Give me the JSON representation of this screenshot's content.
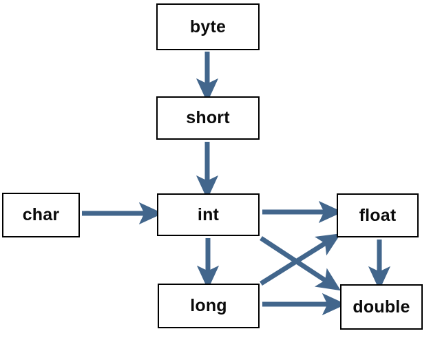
{
  "diagram": {
    "title": "Java primitive type widening conversion diagram",
    "accent_color": "#42668C",
    "box_border_color": "#000000",
    "box_fill_color": "#FFFFFF",
    "label_color": "#0B0B0B",
    "background": "#FFFFFF",
    "nodes": [
      {
        "id": "byte",
        "label": "byte"
      },
      {
        "id": "short",
        "label": "short"
      },
      {
        "id": "char",
        "label": "char"
      },
      {
        "id": "int",
        "label": "int"
      },
      {
        "id": "float",
        "label": "float"
      },
      {
        "id": "long",
        "label": "long"
      },
      {
        "id": "double",
        "label": "double"
      }
    ],
    "edges": [
      {
        "id": "byte-to-short",
        "from": "byte",
        "to": "short",
        "direction": "down"
      },
      {
        "id": "short-to-int",
        "from": "short",
        "to": "int",
        "direction": "down"
      },
      {
        "id": "char-to-int",
        "from": "char",
        "to": "int",
        "direction": "right"
      },
      {
        "id": "int-to-float",
        "from": "int",
        "to": "float",
        "direction": "right"
      },
      {
        "id": "int-to-long",
        "from": "int",
        "to": "long",
        "direction": "down"
      },
      {
        "id": "int-to-double",
        "from": "int",
        "to": "double",
        "direction": "diagonal-down-right"
      },
      {
        "id": "long-to-float",
        "from": "long",
        "to": "float",
        "direction": "diagonal-up-right"
      },
      {
        "id": "long-to-double",
        "from": "long",
        "to": "double",
        "direction": "right"
      },
      {
        "id": "float-to-double",
        "from": "float",
        "to": "double",
        "direction": "down"
      }
    ]
  }
}
